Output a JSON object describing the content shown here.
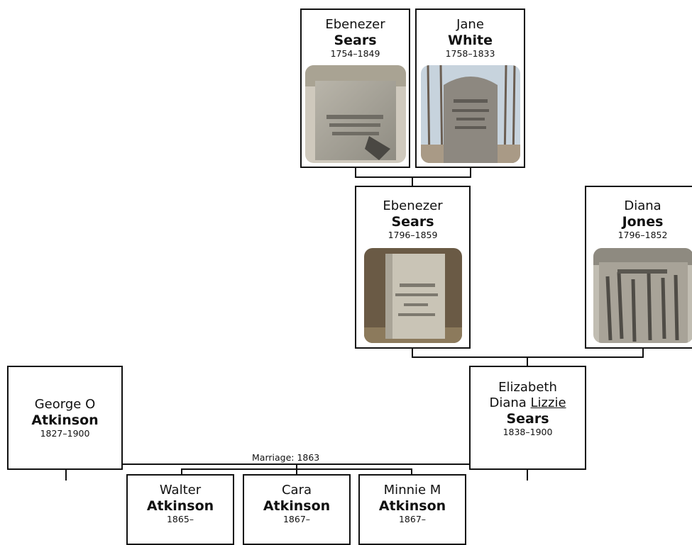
{
  "people": {
    "ebenezer_sr": {
      "given": "Ebenezer",
      "surname": "Sears",
      "dates": "1754–1849"
    },
    "jane_white": {
      "given": "Jane",
      "surname": "White",
      "dates": "1758–1833"
    },
    "ebenezer_jr": {
      "given": "Ebenezer",
      "surname": "Sears",
      "dates": "1796–1859"
    },
    "diana_jones": {
      "given": "Diana",
      "surname": "Jones",
      "dates": "1796–1852"
    },
    "george": {
      "given": "George O",
      "surname": "Atkinson",
      "dates": "1827–1900"
    },
    "elizabeth": {
      "given_line1": "Elizabeth",
      "given_line2_prefix": "Diana",
      "nickname": "Lizzie",
      "surname": "Sears",
      "dates": "1838–1900"
    },
    "walter": {
      "given": "Walter",
      "surname": "Atkinson",
      "dates": "1865–"
    },
    "cara": {
      "given": "Cara",
      "surname": "Atkinson",
      "dates": "1867–"
    },
    "minnie": {
      "given": "Minnie M",
      "surname": "Atkinson",
      "dates": "1867–"
    }
  },
  "marriage_label": "Marriage: 1863"
}
